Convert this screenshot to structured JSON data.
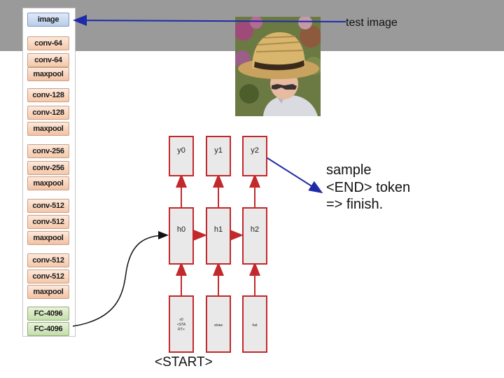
{
  "layers": [
    {
      "label": "image",
      "kind": "input"
    },
    {
      "label": "conv-64",
      "kind": "conv"
    },
    {
      "label": "conv-64",
      "kind": "conv"
    },
    {
      "label": "maxpool",
      "kind": "pool"
    },
    {
      "label": "conv-128",
      "kind": "conv"
    },
    {
      "label": "conv-128",
      "kind": "conv"
    },
    {
      "label": "maxpool",
      "kind": "pool"
    },
    {
      "label": "conv-256",
      "kind": "conv"
    },
    {
      "label": "conv-256",
      "kind": "conv"
    },
    {
      "label": "maxpool",
      "kind": "pool"
    },
    {
      "label": "conv-512",
      "kind": "conv"
    },
    {
      "label": "conv-512",
      "kind": "conv"
    },
    {
      "label": "maxpool",
      "kind": "pool"
    },
    {
      "label": "conv-512",
      "kind": "conv"
    },
    {
      "label": "conv-512",
      "kind": "conv"
    },
    {
      "label": "maxpool",
      "kind": "pool"
    },
    {
      "label": "FC-4096",
      "kind": "fc"
    },
    {
      "label": "FC-4096",
      "kind": "fc"
    }
  ],
  "test_image_label": "test image",
  "rnn": {
    "outputs": [
      "y0",
      "y1",
      "y2"
    ],
    "hidden": [
      "h0",
      "h1",
      "h2"
    ],
    "inputs": [
      "x0\n<STA\nRT>",
      "straw",
      "hat"
    ]
  },
  "start_label": "<START>",
  "finish_note": [
    "sample",
    "<END> token",
    "=> finish."
  ],
  "colors": {
    "cell_border": "#c2282c",
    "arrow_blue": "#1f2aa8",
    "photo_bg": "#5a6a3a",
    "topbar": "#9a9a9a"
  }
}
